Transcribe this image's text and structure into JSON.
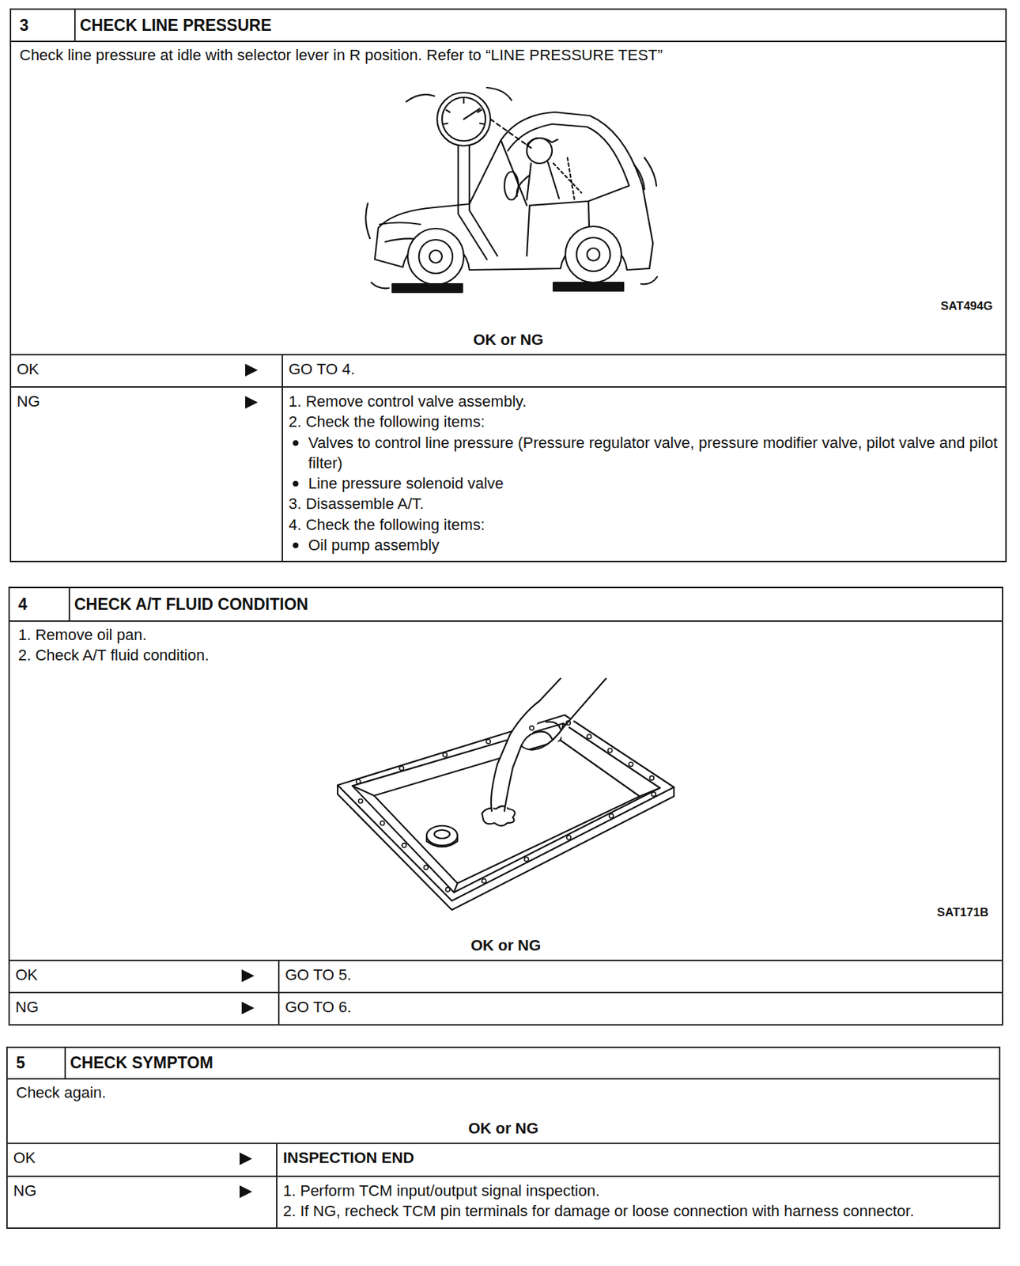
{
  "diagram": {
    "nodes": [
      {
        "text": [
          "3",
          "CHECK LINE PRESSURE",
          "Check line pressure at idle with selector lever in R position. Refer to “LINE PRESSURE TEST”",
          "OK or NG"
        ]
      },
      {
        "text": [
          "4",
          "CHECK A/T FLUID CONDITION",
          "1. Remove oil pan.",
          "2. Check A/T fluid condition.",
          "OK or NG"
        ]
      },
      {
        "text": [
          "5",
          "CHECK SYMPTOM",
          "Check again.",
          "OK or NG"
        ]
      }
    ],
    "labels": [
      "SAT494G",
      "OK",
      "GO TO 4.",
      "NG",
      "1. Remove control valve assembly.",
      "2. Check the following items:",
      "Valves to control line pressure (Pressure regulator valve, pressure modifier valve, pilot valve and pilot filter)",
      "Line pressure solenoid valve",
      "3. Disassemble A/T.",
      "4. Check the following items:",
      "Oil pump assembly",
      "SAT171B",
      "OK",
      "GO TO 5.",
      "NG",
      "GO TO 6.",
      "OK",
      "INSPECTION END",
      "NG",
      "1. Perform TCM input/output signal inspection.",
      "2. If NG, recheck TCM pin terminals for damage or loose connection with harness connector."
    ]
  }
}
